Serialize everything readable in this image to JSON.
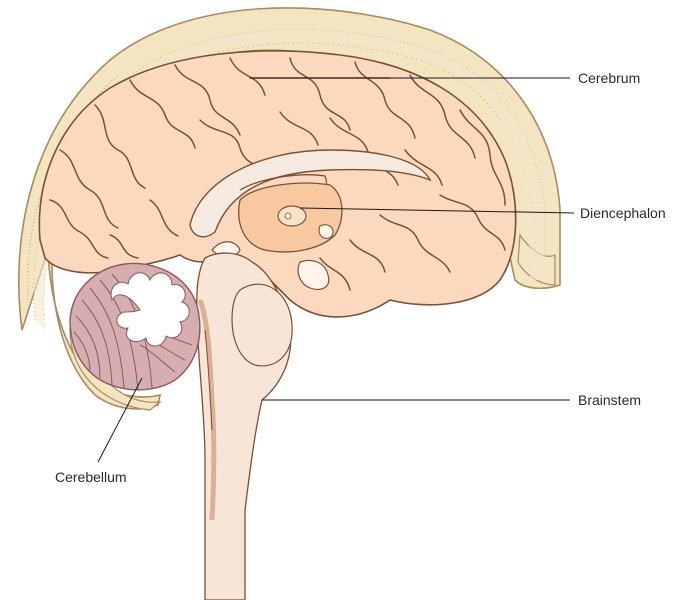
{
  "labels": {
    "cerebrum": "Cerebrum",
    "diencephalon": "Diencephalon",
    "brainstem": "Brainstem",
    "cerebellum": "Cerebellum"
  },
  "colors": {
    "skull_fill": "#f3e4c2",
    "skull_dots": "#c8a86a",
    "skull_outline": "#a88b5e",
    "cerebrum_fill": "#fbd9be",
    "cerebrum_outline": "#7a5037",
    "corpus_callosum": "#f6e9df",
    "diencephalon_fill": "#f8c8a0",
    "brainstem_fill": "#f7e5d8",
    "cerebellum_fill": "#d6aeb0",
    "cerebellum_lines": "#8a5a5e",
    "leader_line": "#1a1a1a"
  }
}
